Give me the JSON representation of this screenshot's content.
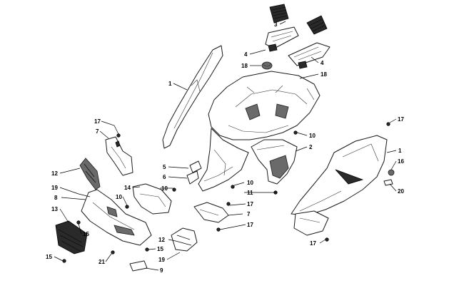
{
  "callouts": [
    {
      "id": "c1a",
      "text": "1"
    },
    {
      "id": "c1b",
      "text": "1"
    },
    {
      "id": "c2",
      "text": "2"
    },
    {
      "id": "c3",
      "text": "3"
    },
    {
      "id": "c4a",
      "text": "4"
    },
    {
      "id": "c4b",
      "text": "4"
    },
    {
      "id": "c5",
      "text": "5"
    },
    {
      "id": "c6",
      "text": "6"
    },
    {
      "id": "c7a",
      "text": "7"
    },
    {
      "id": "c7b",
      "text": "7"
    },
    {
      "id": "c8",
      "text": "8"
    },
    {
      "id": "c9",
      "text": "9"
    },
    {
      "id": "c10a",
      "text": "10"
    },
    {
      "id": "c10b",
      "text": "10"
    },
    {
      "id": "c10c",
      "text": "10"
    },
    {
      "id": "c10d",
      "text": "10"
    },
    {
      "id": "c11",
      "text": "11"
    },
    {
      "id": "c12a",
      "text": "12"
    },
    {
      "id": "c12b",
      "text": "12"
    },
    {
      "id": "c13",
      "text": "13"
    },
    {
      "id": "c14",
      "text": "14"
    },
    {
      "id": "c15a",
      "text": "15"
    },
    {
      "id": "c15b",
      "text": "15"
    },
    {
      "id": "c15c",
      "text": "15"
    },
    {
      "id": "c16",
      "text": "16"
    },
    {
      "id": "c17a",
      "text": "17"
    },
    {
      "id": "c17b",
      "text": "17"
    },
    {
      "id": "c17c",
      "text": "17"
    },
    {
      "id": "c17d",
      "text": "17"
    },
    {
      "id": "c18a",
      "text": "18"
    },
    {
      "id": "c18b",
      "text": "18"
    },
    {
      "id": "c19a",
      "text": "19"
    },
    {
      "id": "c19b",
      "text": "19"
    },
    {
      "id": "c20",
      "text": "20"
    },
    {
      "id": "c21",
      "text": "21"
    }
  ]
}
